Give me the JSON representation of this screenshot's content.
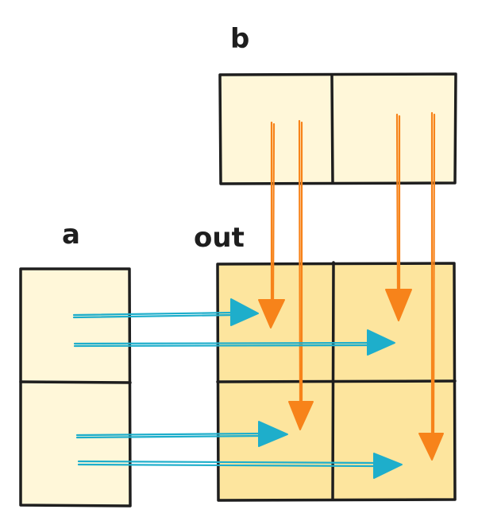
{
  "labels": {
    "b": "b",
    "a": "a",
    "out": "out"
  },
  "colors": {
    "input_cell": "#fff7d9",
    "out_cell": "#fde59e",
    "border": "#1e1e1e",
    "orange_arrow": "#f7831a",
    "cyan_arrow": "#1eaecb"
  }
}
